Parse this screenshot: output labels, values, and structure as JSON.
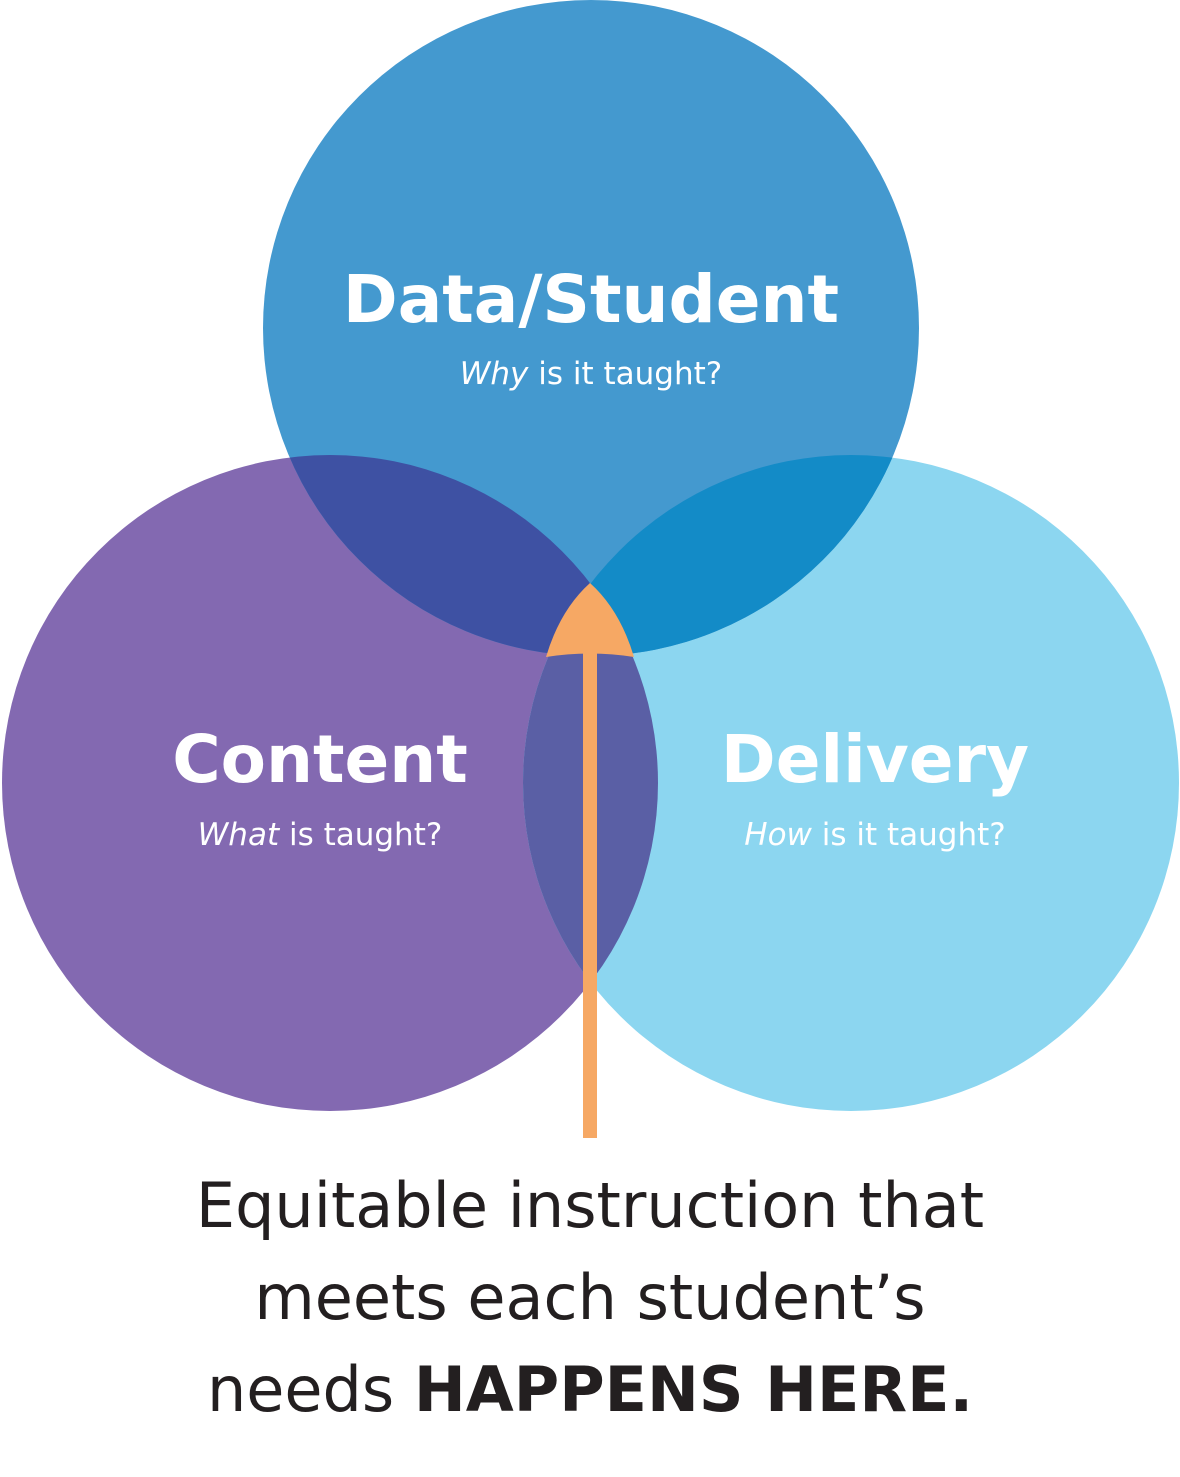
{
  "colors": {
    "data_circle": "#4499cf",
    "content_circle": "#8369b1",
    "delivery_circle": "#8cd6f0",
    "overlap_data_content": "#3e51a3",
    "overlap_data_delivery": "#138bc7",
    "overlap_content_delivery": "#5a5fa5",
    "arrow": "#f6a864",
    "text_light": "#ffffff",
    "text_dark": "#231f20"
  },
  "circles": {
    "data": {
      "title": "Data/Student",
      "sub_em": "Why",
      "sub_rest": " is it taught?"
    },
    "content": {
      "title": "Content",
      "sub_em": "What",
      "sub_rest": " is taught?"
    },
    "delivery": {
      "title": "Delivery",
      "sub_em": "How",
      "sub_rest": " is it taught?"
    }
  },
  "caption": {
    "line1": "Equitable instruction that",
    "line2": "meets each student’s",
    "line3_plain": "needs ",
    "line3_bold": "HAPPENS HERE."
  }
}
